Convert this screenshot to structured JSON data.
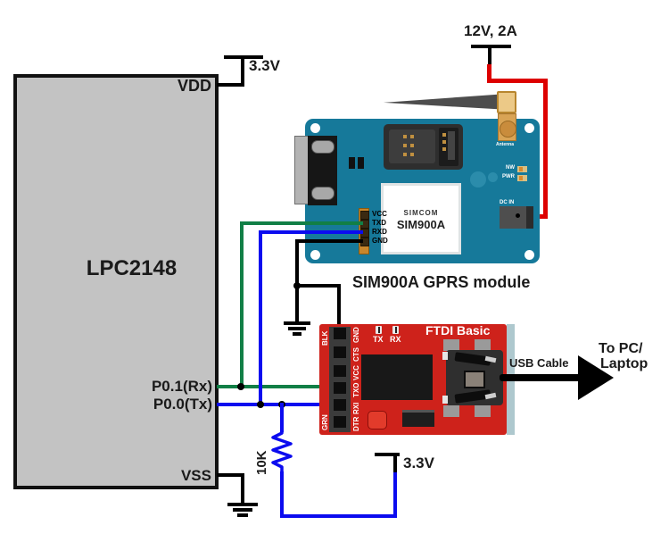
{
  "lpc": {
    "name": "LPC2148",
    "pin_vdd": "VDD",
    "pin_rx": "P0.1(Rx)",
    "pin_tx": "P0.0(Tx)",
    "pin_vss": "VSS"
  },
  "power": {
    "vdd_supply": "3.3V",
    "sim_supply": "12V, 2A",
    "pullup_supply": "3.3V"
  },
  "resistor": {
    "value": "10K"
  },
  "sim900a": {
    "caption": "SIM900A GPRS module",
    "chip_line1": "SIMCOM",
    "chip_line2": "SIM900A",
    "antenna_label": "Antenna",
    "led_nw": "NW",
    "led_pwr": "PWR",
    "dc_in": "DC IN",
    "header": {
      "vcc": "VCC",
      "txd": "TXD",
      "rxd": "RXD",
      "gnd": "GND"
    }
  },
  "ftdi": {
    "title": "FTDI Basic",
    "tx": "TX",
    "rx": "RX",
    "wire_top": "BLK",
    "wire_bottom": "GRN",
    "pins": [
      "GND",
      "CTS",
      "VCC",
      "TXO",
      "RXI",
      "DTR"
    ]
  },
  "usb": {
    "cable_label": "USB Cable",
    "dest_line1": "To PC/",
    "dest_line2": "Laptop"
  },
  "colors": {
    "wire_green": "#117f46",
    "wire_blue": "#0b0bef",
    "wire_red": "#dd0000",
    "board_teal": "#16799a",
    "ftdi_red": "#ce221b",
    "mcu_gray": "#c3c3c3",
    "gold": "#d9a455"
  }
}
